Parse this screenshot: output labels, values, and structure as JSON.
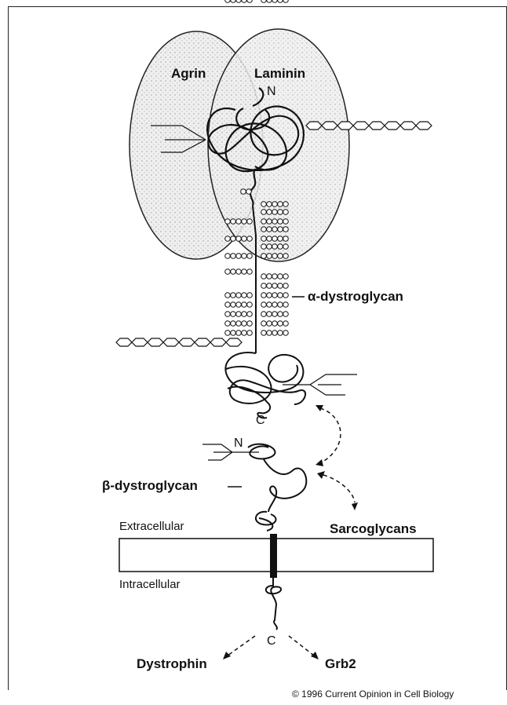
{
  "labels": {
    "agrin": "Agrin",
    "laminin": "Laminin",
    "n_top": "N",
    "alpha_dystroglycan": "α-dystroglycan",
    "c_middle": "C",
    "n_beta": "N",
    "beta_dystroglycan": "β-dystroglycan",
    "sarcoglycans": "Sarcoglycans",
    "extracellular": "Extracellular",
    "intracellular": "Intracellular",
    "c_bottom": "C",
    "dystrophin": "Dystrophin",
    "grb2": "Grb2"
  },
  "credit": "© 1996 Current Opinion in Cell Biology"
}
